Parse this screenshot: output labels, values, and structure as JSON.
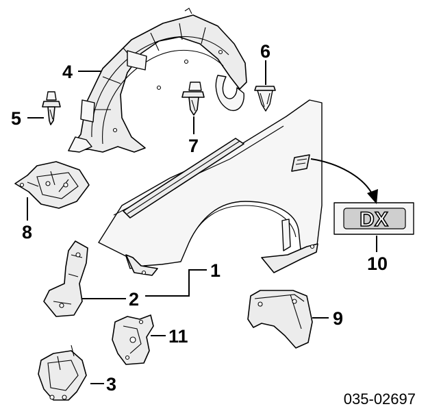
{
  "callouts": {
    "c1": "1",
    "c2": "2",
    "c3": "3",
    "c4": "4",
    "c5": "5",
    "c6": "6",
    "c7": "7",
    "c8": "8",
    "c9": "9",
    "c10": "10",
    "c11": "11"
  },
  "badge_text": "DX",
  "drawing_number": "035-02697"
}
